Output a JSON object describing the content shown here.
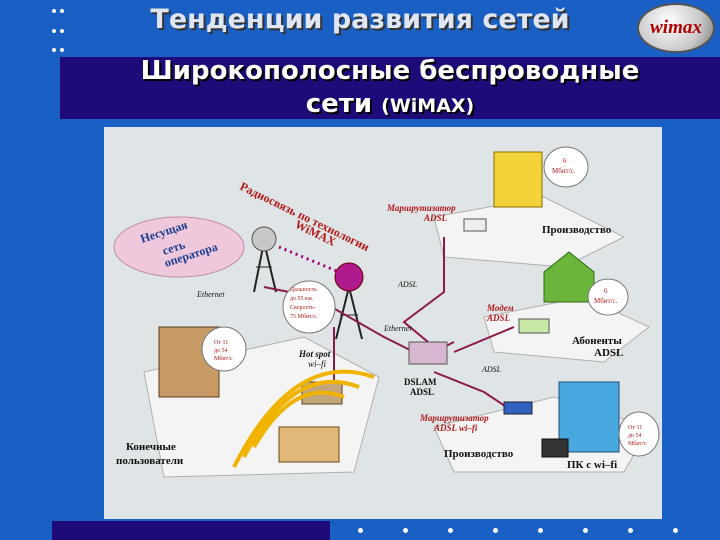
{
  "slide": {
    "title_top": "Тенденции развития сетей",
    "title_main": "Широкополосные беспроводные",
    "title_sub_ru": "сети",
    "title_sub_paren": "(WiMAX)",
    "logo_text": "wimax"
  },
  "diagram": {
    "cloud_line1": "Несущая",
    "cloud_line2": "сеть",
    "cloud_line3": "оператора",
    "radio_link_line1": "Радиосвязь по технологии",
    "radio_link_line2": "WiMAX",
    "ethernet_left": "Ethernet",
    "ethernet_mid": "Ethernet",
    "distance_note_line1": "Дальность",
    "distance_note_line2": "до 55 км.",
    "distance_note_line3": "Скорость-",
    "distance_note_line4": "75 Мбит/с.",
    "router_top_line1": "Маршрутизатор",
    "router_top_line2": "ADSL",
    "speed_factory_line1": "6",
    "speed_factory_line2": "Мбит/с.",
    "factory_label": "Производство",
    "adsl_1": "ADSL",
    "adsl_2": "ADSL",
    "modem_line1": "Модем",
    "modem_line2": "ADSL",
    "speed_home_line1": "6",
    "speed_home_line2": "Мбит/с.",
    "subscribers_line1": "Абоненты",
    "subscribers_line2": "ADSL",
    "dslam_line1": "DSLAM",
    "dslam_line2": "ADSL",
    "hotspot_line1": "Hot spot",
    "hotspot_line2": "wi–fi",
    "speed_hotspot_line1": "От 11",
    "speed_hotspot_line2": "до 54",
    "speed_hotspot_line3": "Мбит/с",
    "router_wifi_line1": "Маршрутизатор",
    "router_wifi_line2": "ADSL wi–fi",
    "speed_wifi_line1": "От 11",
    "speed_wifi_line2": "до 54",
    "speed_wifi_line3": "Мбит/с",
    "factory2_label": "Производство",
    "pc_label": "ПК с wi–fi",
    "end_users_line1": "Конечные",
    "end_users_line2": "пользователи"
  },
  "colors": {
    "background": "#1a5fc4",
    "band": "#1e0a78",
    "label_red": "#b21a1a",
    "label_dark": "#111111"
  }
}
